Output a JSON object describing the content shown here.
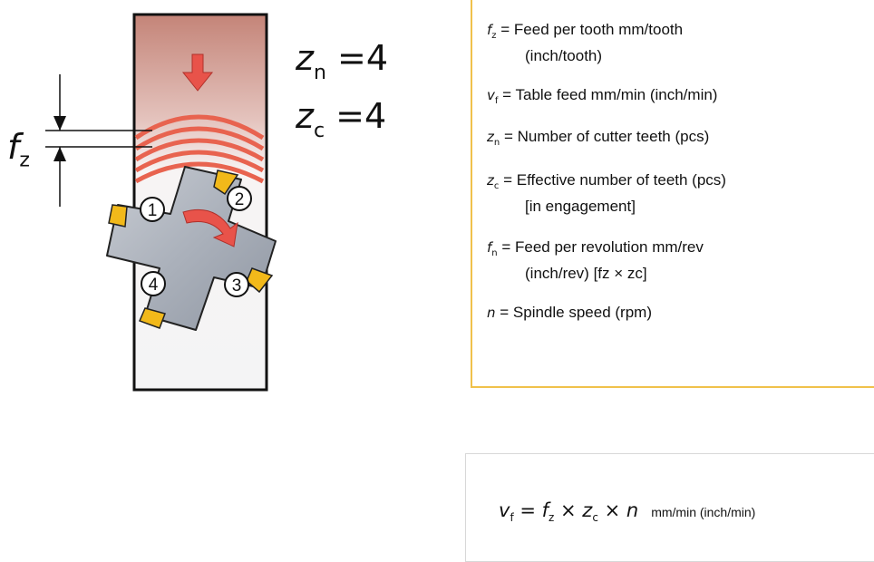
{
  "diagram": {
    "fz_label": {
      "var": "f",
      "sub": "z"
    },
    "teeth": [
      {
        "number": "1"
      },
      {
        "number": "2"
      },
      {
        "number": "3"
      },
      {
        "number": "4"
      }
    ],
    "params": [
      {
        "var": "z",
        "sub": "n",
        "eq": "=4"
      },
      {
        "var": "z",
        "sub": "c",
        "eq": "=4"
      }
    ],
    "colors": {
      "workpiece_top": "#c68a80",
      "workpiece_bottom": "#f3f3f4",
      "cutter_body": "#a9afb9",
      "insert": "#f2b91a",
      "arrow": "#e8534a",
      "chip_arcs": "#e8634f",
      "legend_border": "#f0c14b"
    }
  },
  "legend": {
    "items": [
      {
        "sym": "f",
        "sub": "z",
        "line1": "= Feed per tooth mm/tooth",
        "line2": "(inch/tooth)"
      },
      {
        "sym": "v",
        "sub": "f",
        "line1": "= Table feed mm/min (inch/min)",
        "line2": ""
      },
      {
        "sym": "z",
        "sub": "n",
        "line1": "= Number of cutter teeth (pcs)",
        "line2": ""
      },
      {
        "sym": "z",
        "sub": "c",
        "line1": "= Effective number of teeth (pcs)",
        "line2": "[in engagement]"
      },
      {
        "sym": "f",
        "sub": "n",
        "line1": "= Feed per revolution mm/rev",
        "line2": "(inch/rev) [fz × zc]"
      },
      {
        "sym": "n",
        "sub": "",
        "line1": "= Spindle speed (rpm)",
        "line2": ""
      }
    ]
  },
  "formula": {
    "lhs_var": "v",
    "lhs_sub": "f",
    "eq": " = ",
    "t1_var": "f",
    "t1_sub": "z",
    "times": " × ",
    "t2_var": "z",
    "t2_sub": "c",
    "t3_var": "n",
    "unit": "mm/min (inch/min)"
  }
}
